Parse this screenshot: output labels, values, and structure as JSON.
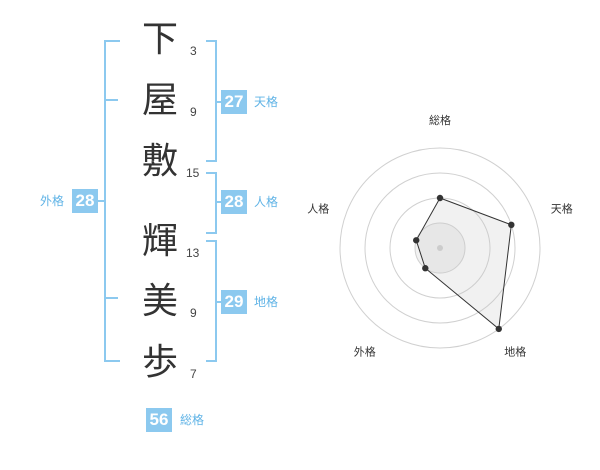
{
  "name_characters": [
    {
      "char": "下",
      "strokes": "3"
    },
    {
      "char": "屋",
      "strokes": "9"
    },
    {
      "char": "敷",
      "strokes": "15"
    },
    {
      "char": "輝",
      "strokes": "13"
    },
    {
      "char": "美",
      "strokes": "9"
    },
    {
      "char": "歩",
      "strokes": "7"
    }
  ],
  "fortunes": {
    "tenkaku": {
      "value": "27",
      "label": "天格"
    },
    "jinkaku": {
      "value": "28",
      "label": "人格"
    },
    "chikaku": {
      "value": "29",
      "label": "地格"
    },
    "gaikaku": {
      "value": "28",
      "label": "外格"
    },
    "soukaku": {
      "value": "56",
      "label": "総格"
    }
  },
  "colors": {
    "accent": "#8cc9ef",
    "accent_text": "#5fb3e6"
  },
  "chart_data": {
    "type": "radar",
    "axes": [
      "総格",
      "天格",
      "地格",
      "外格",
      "人格"
    ],
    "values": [
      2,
      3,
      4,
      1,
      1
    ],
    "max": 5,
    "rings": 4,
    "grid": true
  }
}
